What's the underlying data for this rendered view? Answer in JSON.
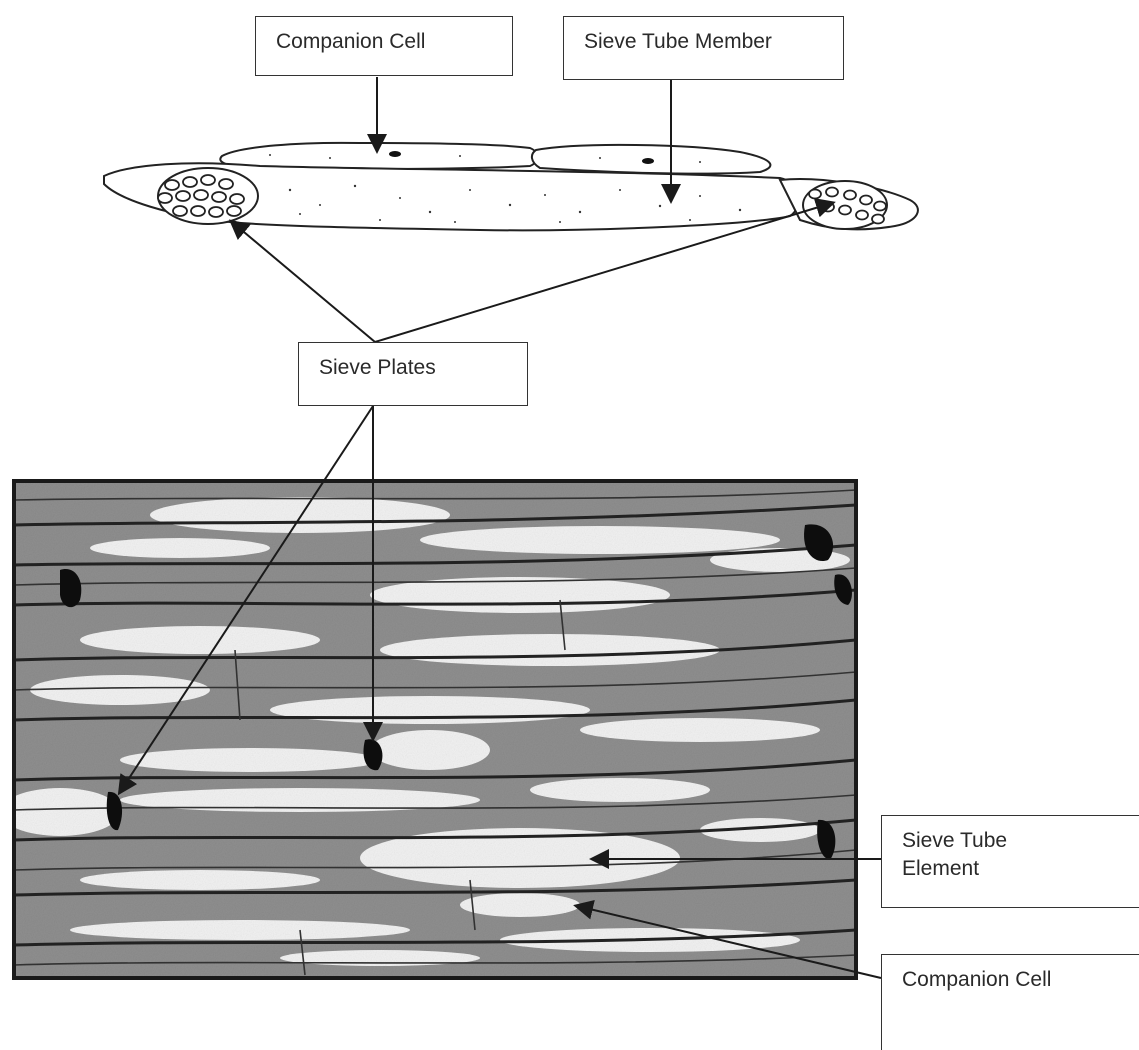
{
  "labels": {
    "companion_cell_top": "Companion Cell",
    "sieve_tube_member": "Sieve Tube Member",
    "sieve_plates": "Sieve Plates",
    "sieve_tube_element_line1": "Sieve Tube",
    "sieve_tube_element_line2": "Element",
    "companion_cell_bottom": "Companion Cell"
  },
  "colors": {
    "ink": "#1a1a1a",
    "micrograph_background": "#8a8a8a",
    "cell_lumen": "#f2f2f2"
  }
}
